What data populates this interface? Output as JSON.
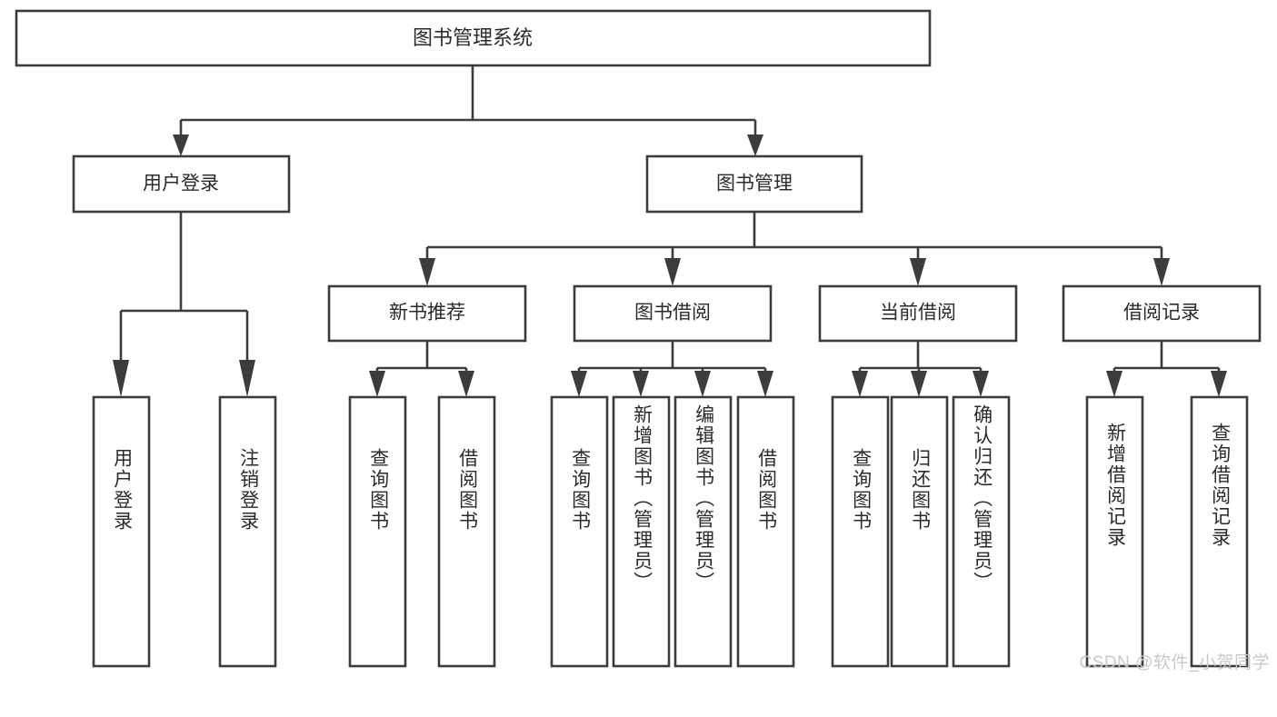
{
  "diagram": {
    "type": "tree-hierarchy",
    "title": "图书管理系统",
    "watermark": "CSDN @软件_小贺同学",
    "colors": {
      "stroke": "#3c3c3c",
      "box_fill": "#ffffff",
      "text": "#2b2b2b",
      "background": "#ffffff",
      "watermark": "#c9c9c9"
    },
    "root": {
      "label": "图书管理系统"
    },
    "level1": [
      {
        "label": "用户登录"
      },
      {
        "label": "图书管理"
      }
    ],
    "level2": [
      {
        "label": "新书推荐"
      },
      {
        "label": "图书借阅"
      },
      {
        "label": "当前借阅"
      },
      {
        "label": "借阅记录"
      }
    ],
    "leaves": {
      "user_login": [
        {
          "label": "用户登录"
        },
        {
          "label": "注销登录"
        }
      ],
      "new_book_rec": [
        {
          "label": "查询图书"
        },
        {
          "label": "借阅图书"
        }
      ],
      "book_borrow": [
        {
          "label": "查询图书"
        },
        {
          "label": "新增图书（管理员）"
        },
        {
          "label": "编辑图书（管理员）"
        },
        {
          "label": "借阅图书"
        }
      ],
      "current_borrow": [
        {
          "label": "查询图书"
        },
        {
          "label": "归还图书"
        },
        {
          "label": "确认归还（管理员）"
        }
      ],
      "borrow_record": [
        {
          "label": "新增借阅记录"
        },
        {
          "label": "查询借阅记录"
        }
      ]
    }
  }
}
